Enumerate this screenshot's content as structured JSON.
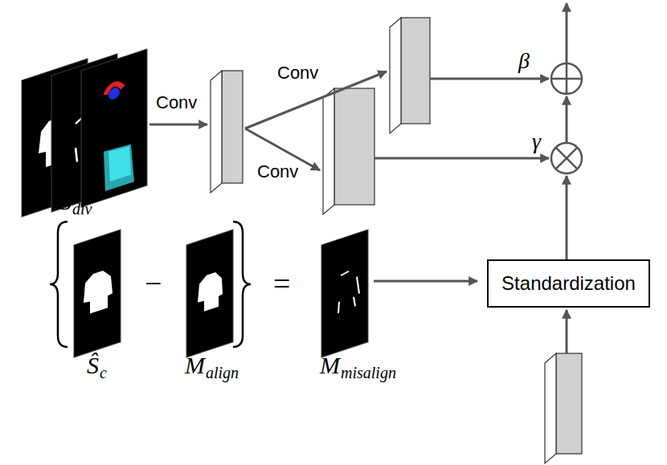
{
  "diagram": {
    "nodes": [
      {
        "text": [
          "Standardization"
        ]
      }
    ],
    "labels": [
      "Conv",
      "Conv",
      "Conv",
      "β",
      "γ",
      "Ŝ",
      "div",
      "Ŝ",
      "c",
      "−",
      "M",
      "align",
      "=",
      "M",
      "misalign"
    ]
  }
}
